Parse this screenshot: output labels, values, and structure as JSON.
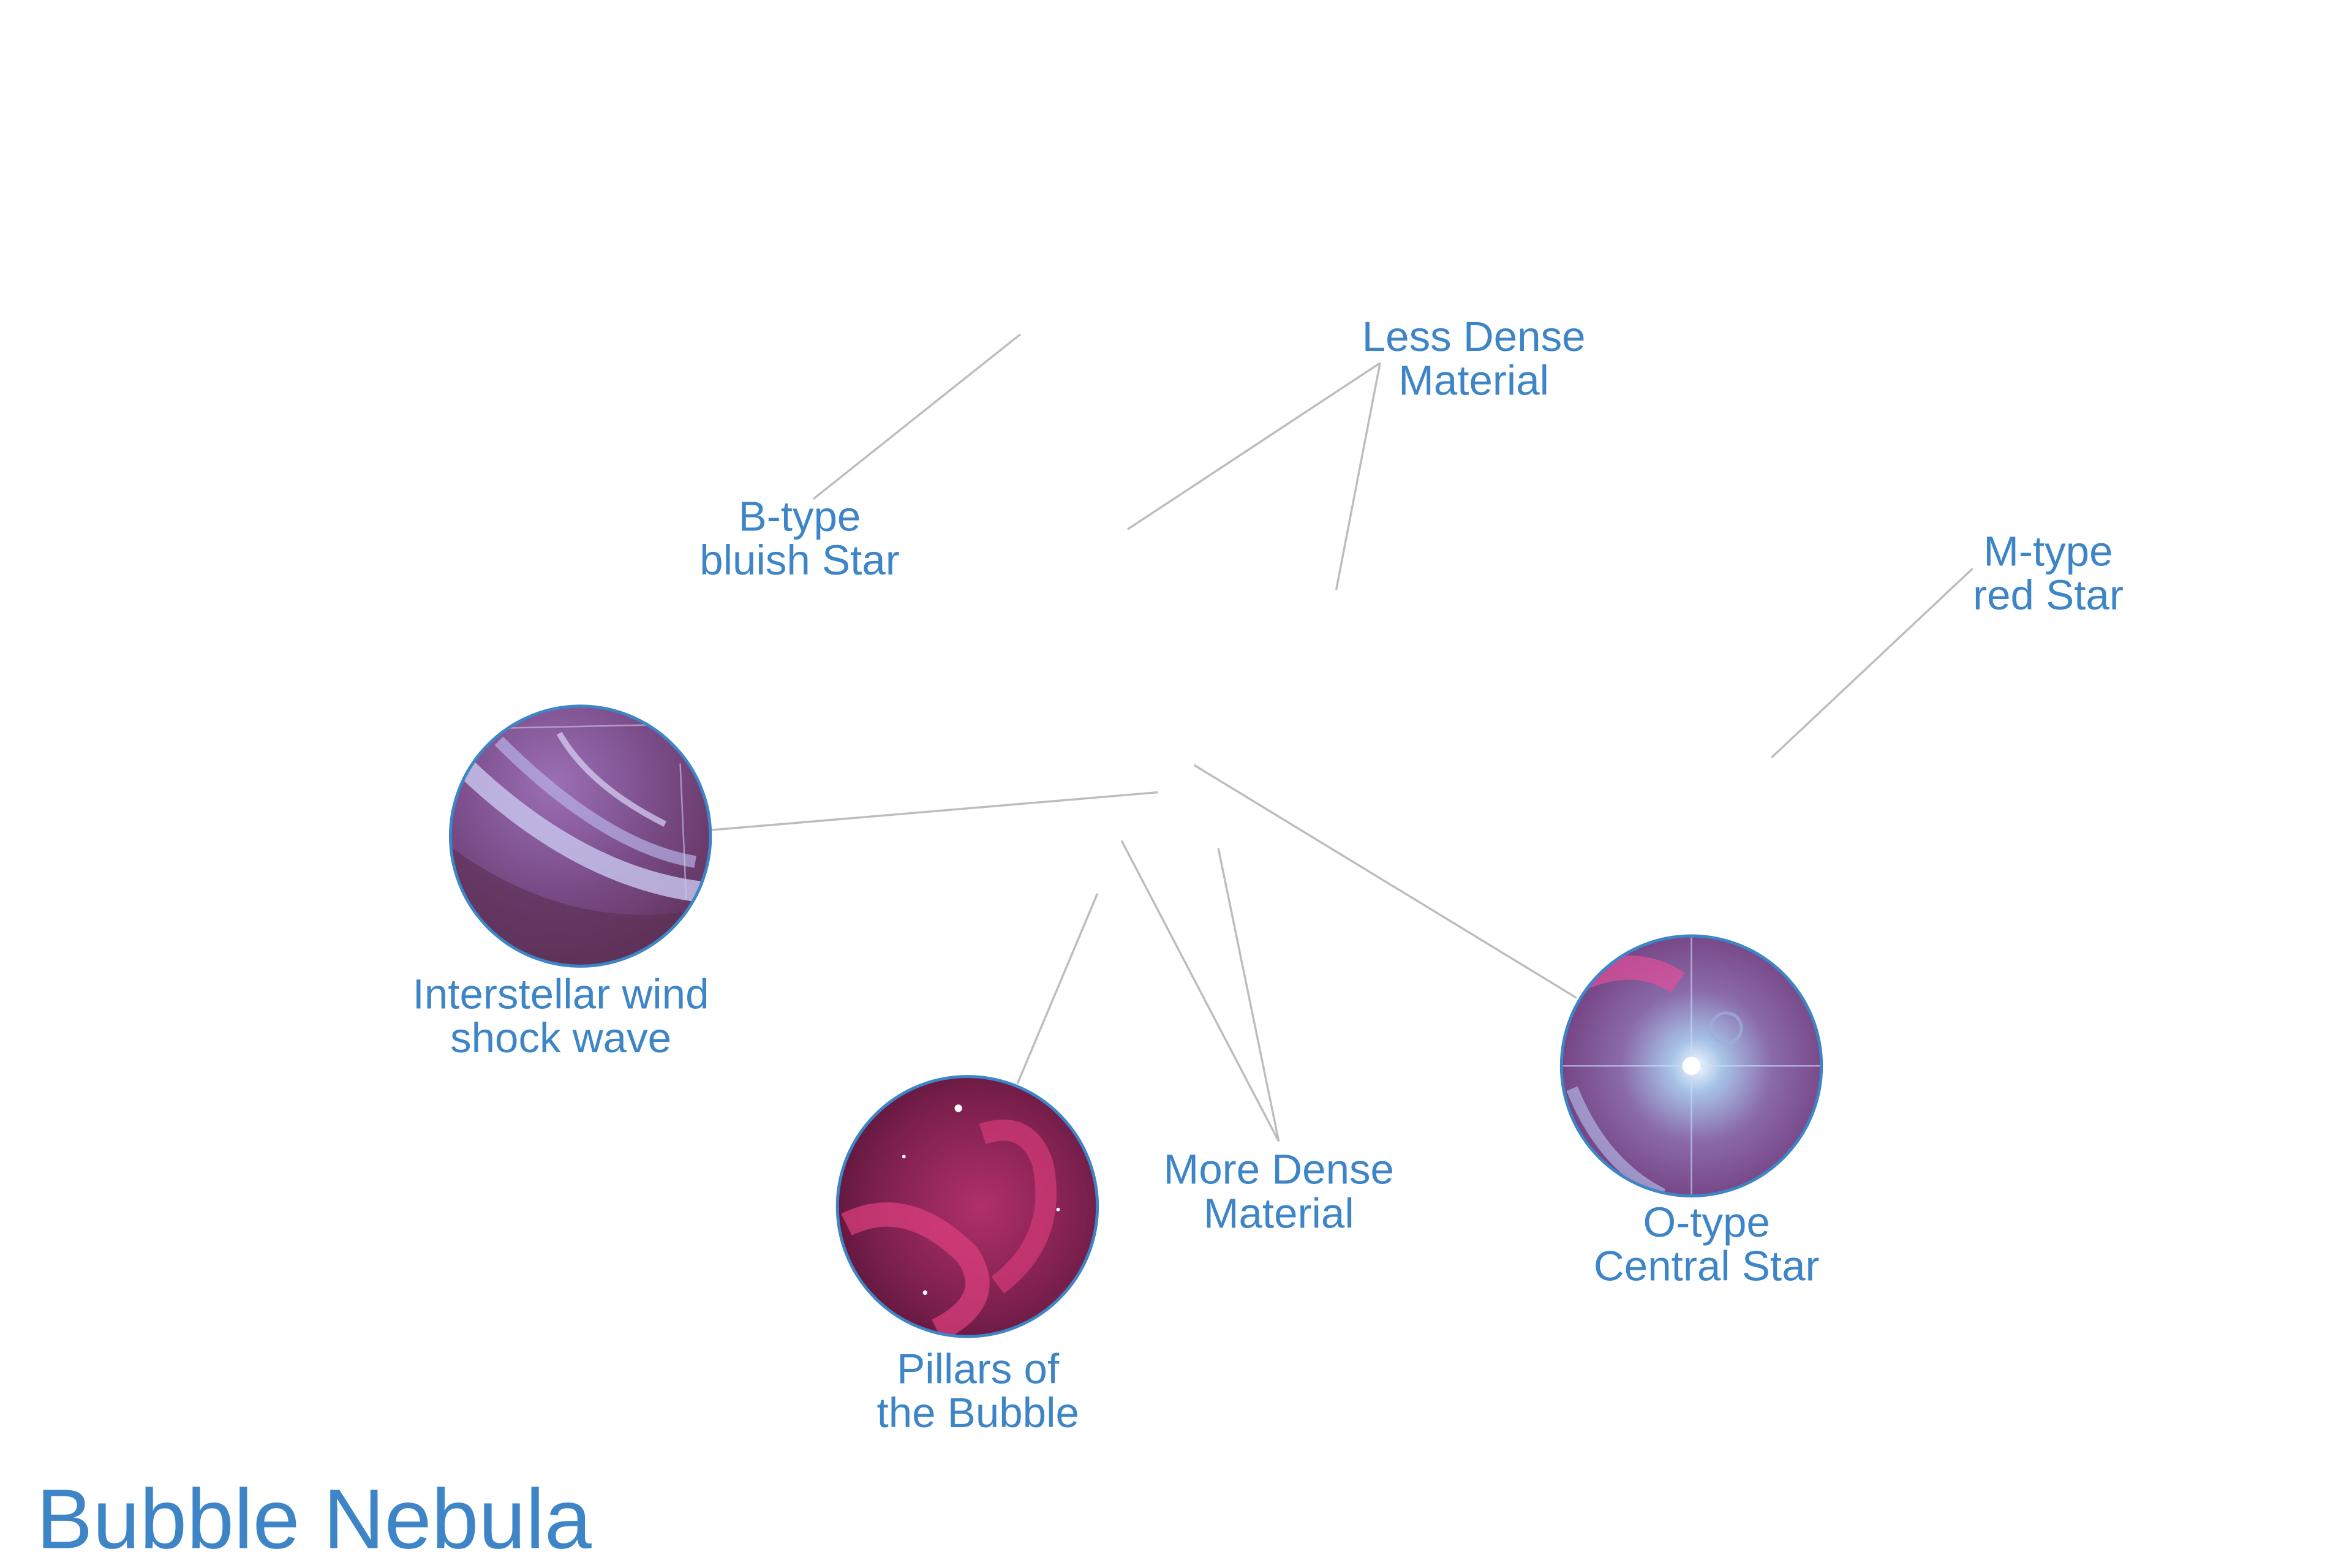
{
  "title": "Bubble Nebula",
  "labels": {
    "less_dense": [
      "Less Dense",
      "Material"
    ],
    "b_type": [
      "B-type",
      "bluish Star"
    ],
    "m_type": [
      "M-type",
      "red Star"
    ],
    "interstellar": [
      "Interstellar wind",
      "shock wave"
    ],
    "more_dense": [
      "More Dense",
      "Material"
    ],
    "o_type": [
      "O-type",
      "Central Star"
    ],
    "pillars": [
      "Pillars of",
      "the Bubble"
    ]
  },
  "colors": {
    "text": "#3d85c6",
    "leader_line": "#bdbdbd",
    "ring": "#3d85c6"
  }
}
